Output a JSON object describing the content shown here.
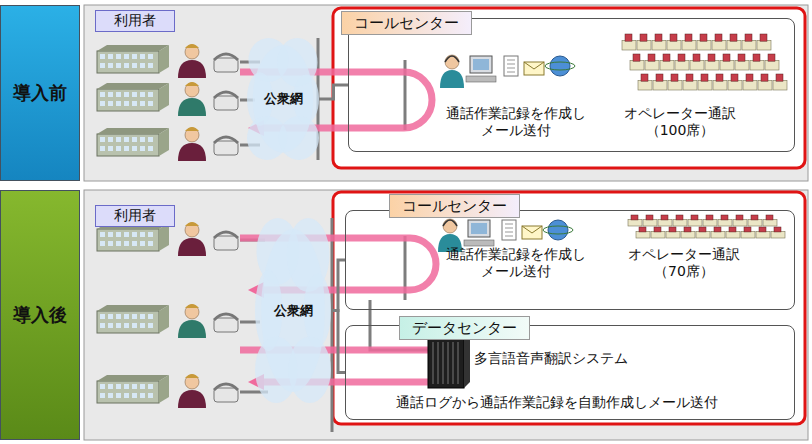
{
  "diagram": {
    "nodes": [
      {
        "text": [
          "導入前"
        ]
      },
      {
        "text": [
          "利用者"
        ]
      },
      {
        "text": [
          "公衆網"
        ]
      },
      {
        "text": [
          "コールセンター",
          "通話作業記録を作成し メール送付",
          "オペレーター通訳 （100席）"
        ]
      },
      {
        "text": [
          "導入後"
        ]
      },
      {
        "text": [
          "利用者"
        ]
      },
      {
        "text": [
          "公衆網"
        ]
      },
      {
        "text": [
          "コールセンター",
          "通話作業記録を作成し メール送付",
          "オペレーター通訳 （70席）"
        ]
      },
      {
        "text": [
          "データセンター",
          "多言語音声翻訳システム",
          "通話ログから通話作業記録を自動作成しメール送付"
        ]
      }
    ],
    "edges": [
      {
        "from": 2,
        "to": 3,
        "arrow": "none"
      },
      {
        "from": 6,
        "to": 7,
        "arrow": "none"
      },
      {
        "from": 6,
        "to": 8,
        "arrow": "none"
      }
    ]
  }
}
